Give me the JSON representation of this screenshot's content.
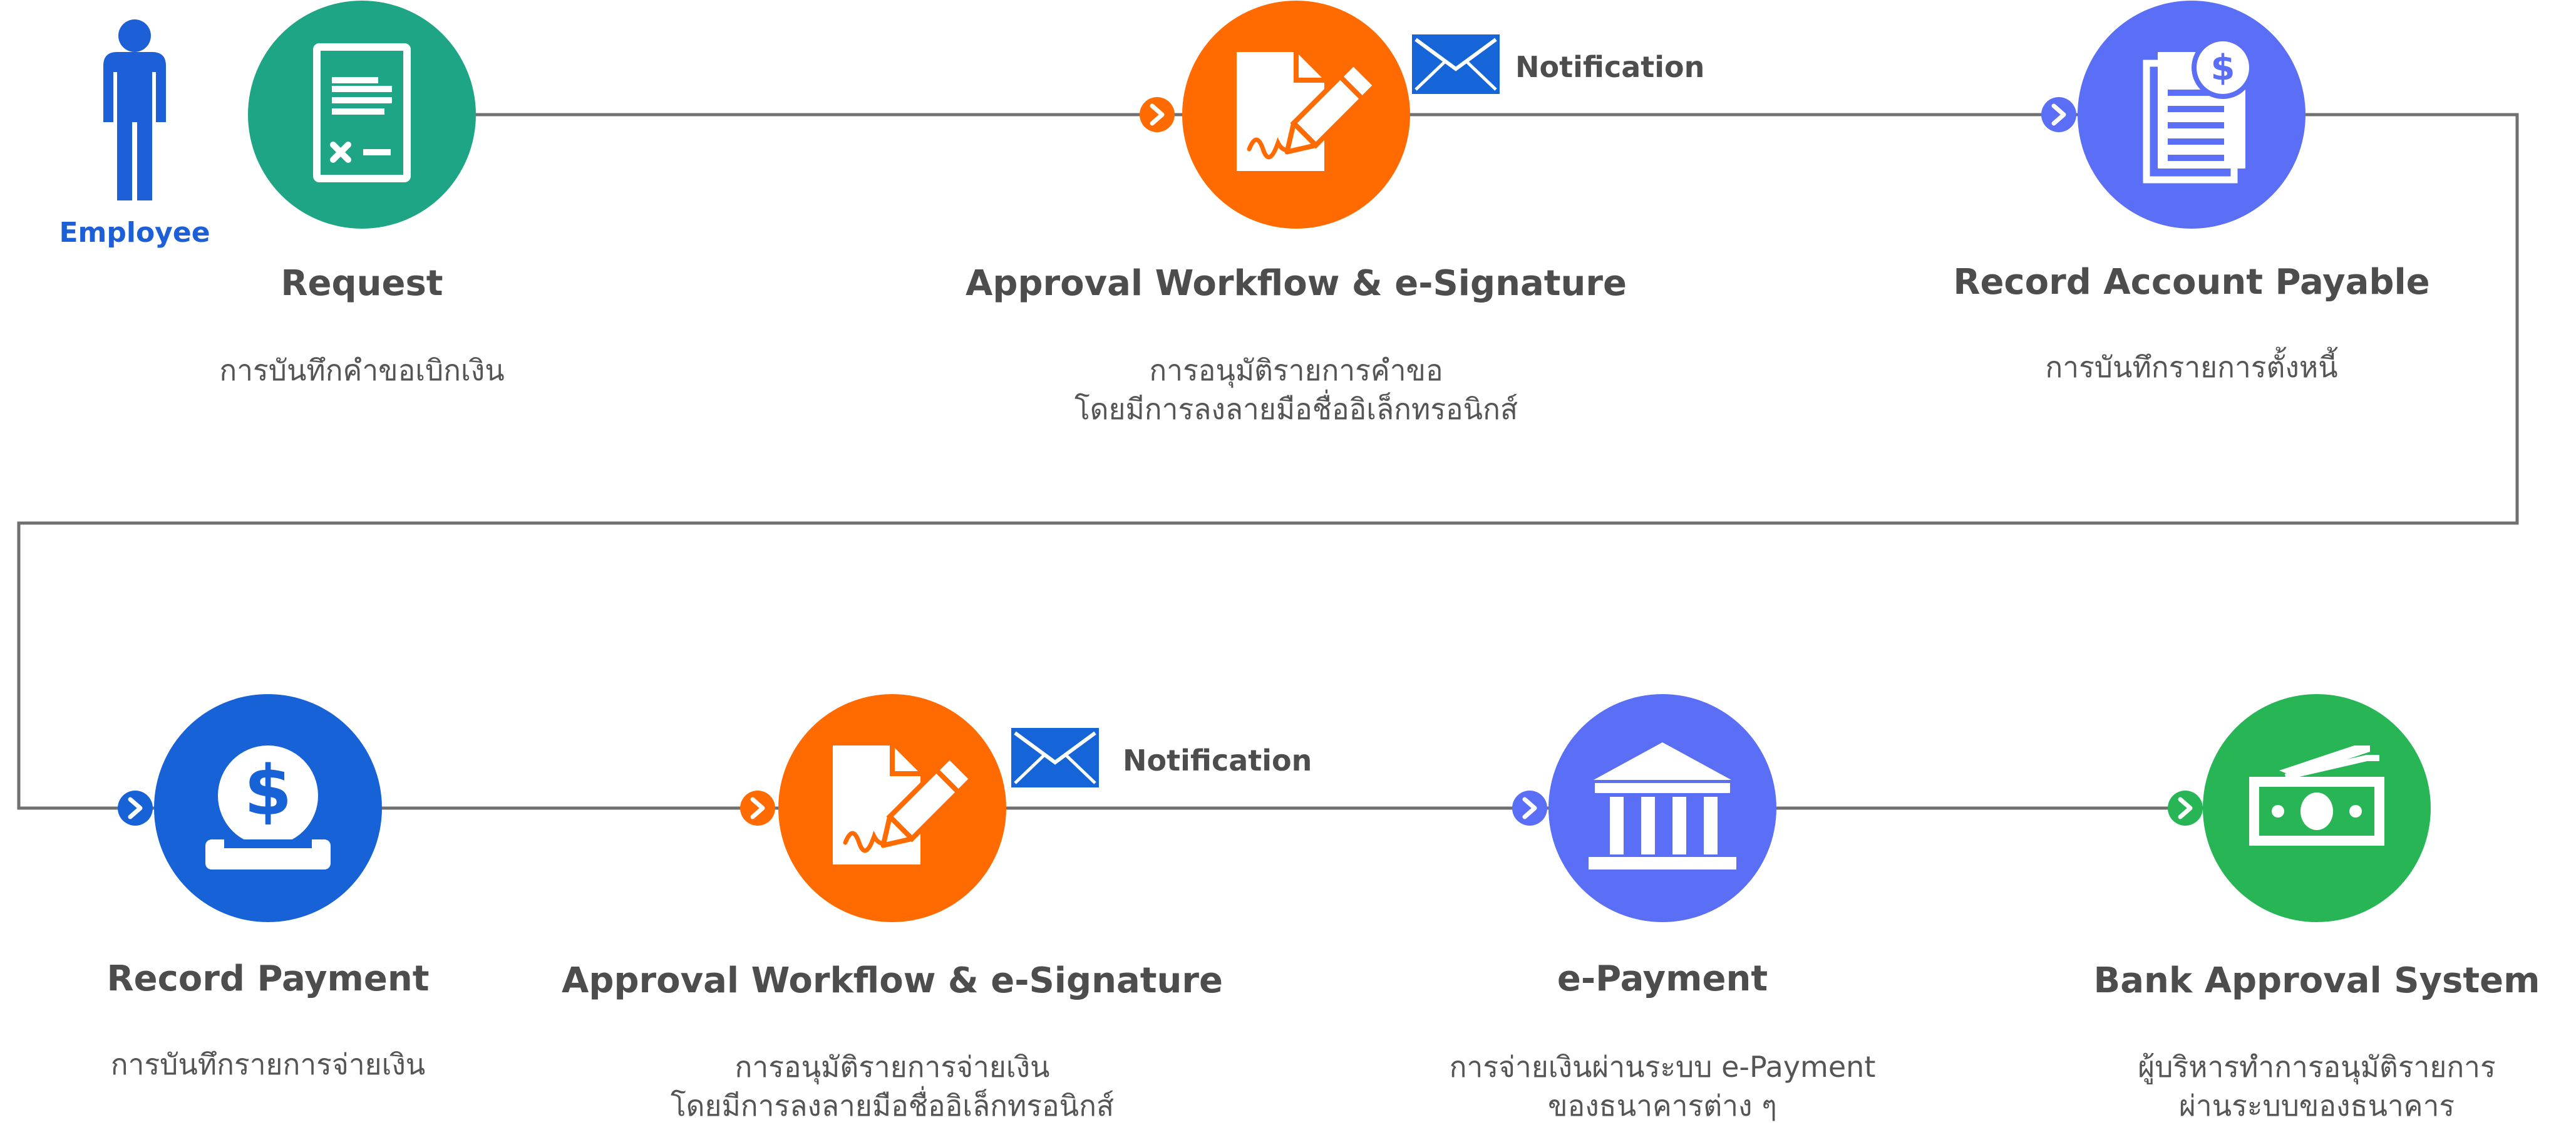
{
  "colors": {
    "teal": "#1ea585",
    "orange": "#ff6b00",
    "indigo": "#5a6ff5",
    "blue": "#1862d8",
    "green": "#27b556",
    "line": "#707070",
    "title": "#4d4d4d",
    "desc": "#555555"
  },
  "actor": {
    "label": "Employee",
    "icon": "person-icon"
  },
  "steps": [
    {
      "title": "Request",
      "desc": [
        "การบันทึกคำขอเบิกเงิน"
      ],
      "icon": "form-icon",
      "color": "teal"
    },
    {
      "title": "Approval Workflow & e-Signature",
      "desc": [
        "การอนุมัติรายการคำขอ",
        "โดยมีการลงลายมือชื่ออิเล็กทรอนิกส์"
      ],
      "icon": "signature-icon",
      "color": "orange"
    },
    {
      "title": "Record Account Payable",
      "desc": [
        "การบันทึกรายการตั้งหนี้"
      ],
      "icon": "invoice-dollar-icon",
      "color": "indigo"
    },
    {
      "title": "Record Payment",
      "desc": [
        "การบันทึกรายการจ่ายเงิน"
      ],
      "icon": "dollar-coin-icon",
      "color": "blue"
    },
    {
      "title": "Approval Workflow & e-Signature",
      "desc": [
        "การอนุมัติรายการจ่ายเงิน",
        "โดยมีการลงลายมือชื่ออิเล็กทรอนิกส์"
      ],
      "icon": "signature-icon",
      "color": "orange"
    },
    {
      "title": "e-Payment",
      "desc": [
        "การจ่ายเงินผ่านระบบ e-Payment",
        "ของธนาคารต่าง ๆ"
      ],
      "icon": "bank-icon",
      "color": "indigo"
    },
    {
      "title": "Bank Approval System",
      "desc": [
        "ผู้บริหารทำการอนุมัติรายการ",
        "ผ่านระบบของธนาคาร"
      ],
      "icon": "banknote-icon",
      "color": "green"
    }
  ],
  "notifications": [
    {
      "label": "Notification",
      "icon": "envelope-icon"
    },
    {
      "label": "Notification",
      "icon": "envelope-icon"
    }
  ]
}
